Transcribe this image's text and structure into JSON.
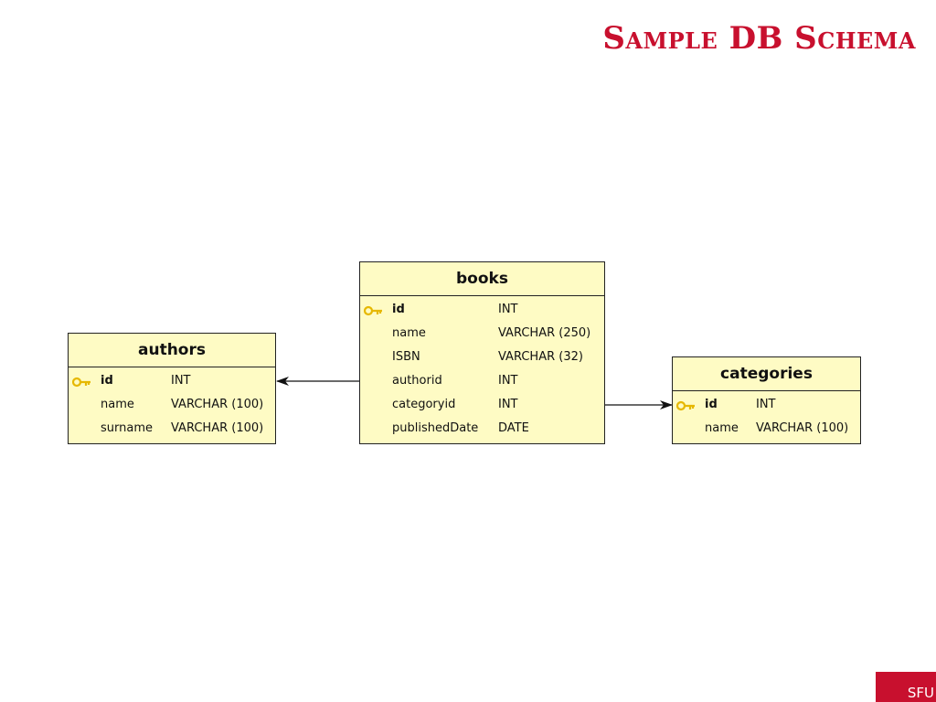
{
  "slide": {
    "title": "Sample DB Schema",
    "logo_text": "SFU"
  },
  "colors": {
    "title": "#c8102e",
    "table_fill": "#fefbc4",
    "table_border": "#222222",
    "key_icon": "#e6b800",
    "logo_bg": "#c8102e"
  },
  "tables": {
    "authors": {
      "name": "authors",
      "columns": [
        {
          "name": "id",
          "type": "INT",
          "primary_key": true,
          "icon": "key-icon"
        },
        {
          "name": "name",
          "type": "VARCHAR (100)",
          "primary_key": false
        },
        {
          "name": "surname",
          "type": "VARCHAR (100)",
          "primary_key": false
        }
      ]
    },
    "books": {
      "name": "books",
      "columns": [
        {
          "name": "id",
          "type": "INT",
          "primary_key": true,
          "icon": "key-icon"
        },
        {
          "name": "name",
          "type": "VARCHAR (250)",
          "primary_key": false
        },
        {
          "name": "ISBN",
          "type": "VARCHAR (32)",
          "primary_key": false
        },
        {
          "name": "authorid",
          "type": "INT",
          "primary_key": false
        },
        {
          "name": "categoryid",
          "type": "INT",
          "primary_key": false
        },
        {
          "name": "publishedDate",
          "type": "DATE",
          "primary_key": false
        }
      ]
    },
    "categories": {
      "name": "categories",
      "columns": [
        {
          "name": "id",
          "type": "INT",
          "primary_key": true,
          "icon": "key-icon"
        },
        {
          "name": "name",
          "type": "VARCHAR (100)",
          "primary_key": false
        }
      ]
    }
  },
  "relations": [
    {
      "from_table": "books",
      "from_column": "authorid",
      "to_table": "authors",
      "to_column": "id"
    },
    {
      "from_table": "books",
      "from_column": "categoryid",
      "to_table": "categories",
      "to_column": "id"
    }
  ]
}
